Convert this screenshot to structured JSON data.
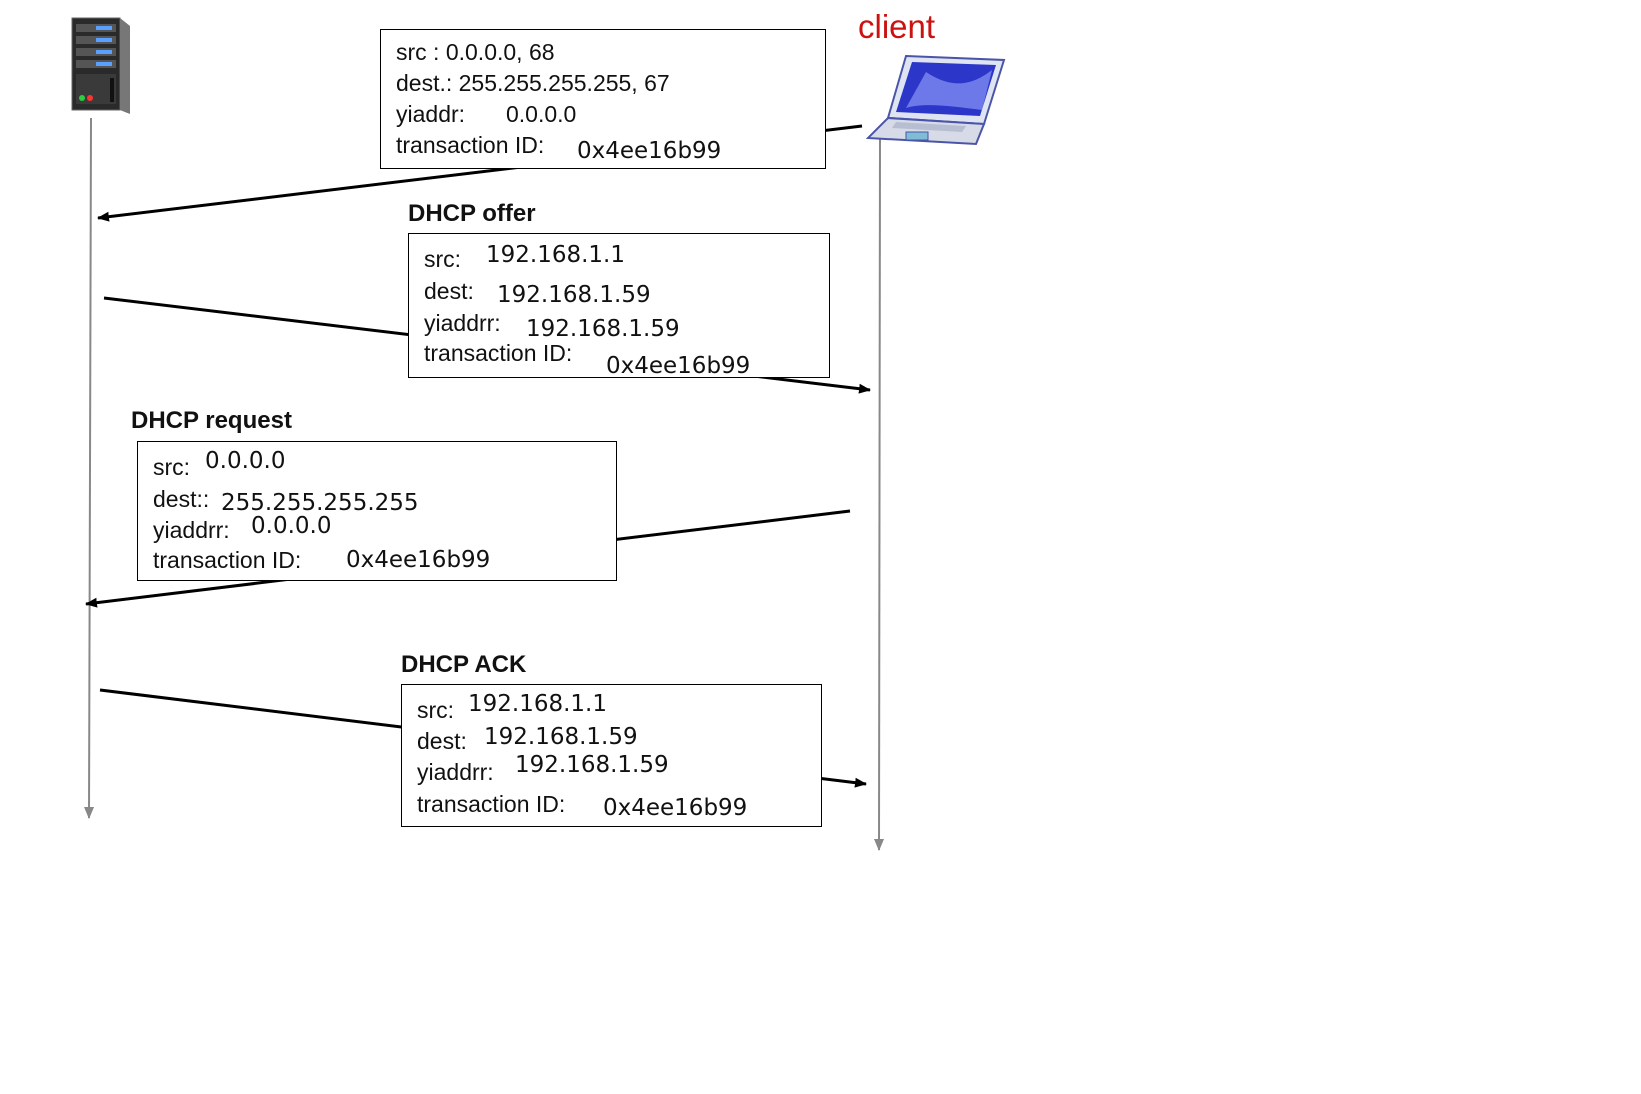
{
  "client_label": "client",
  "discover": {
    "src": "src : 0.0.0.0, 68",
    "dest": "dest.: 255.255.255.255, 67",
    "yiaddr_label": "yiaddr:",
    "yiaddr_value": "0.0.0.0",
    "tid_label": "transaction ID:",
    "tid_value": "0x4ee16b99"
  },
  "offer": {
    "title": "DHCP offer",
    "src_label": "src:",
    "src_value": "192.168.1.1",
    "dest_label": "dest:",
    "dest_value": "192.168.1.59",
    "yiaddr_label": "yiaddrr:",
    "yiaddr_value": "192.168.1.59",
    "tid_label": "transaction ID:",
    "tid_value": "0x4ee16b99"
  },
  "request": {
    "title": "DHCP request",
    "src_label": "src:",
    "src_value": "0.0.0.0",
    "dest_label": "dest::",
    "dest_value": "255.255.255.255",
    "yiaddr_label": "yiaddrr:",
    "yiaddr_value": "0.0.0.0",
    "tid_label": "transaction ID:",
    "tid_value": "0x4ee16b99"
  },
  "ack": {
    "title": "DHCP ACK",
    "src_label": "src:",
    "src_value": "192.168.1.1",
    "dest_label": "dest:",
    "dest_value": "192.168.1.59",
    "yiaddr_label": "yiaddrr:",
    "yiaddr_value": "192.168.1.59",
    "tid_label": "transaction ID:",
    "tid_value": "0x4ee16b99"
  },
  "icons": {
    "server": "server-icon",
    "client": "laptop-icon"
  },
  "colors": {
    "client_label": "#cc1111",
    "timeline": "#888888",
    "message": "#000000"
  }
}
